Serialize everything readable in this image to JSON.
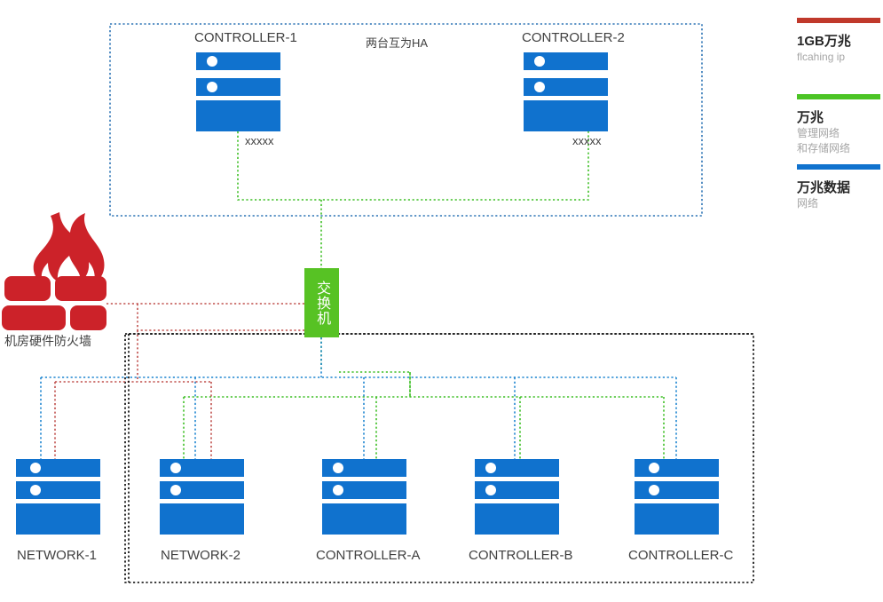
{
  "diagram": {
    "title_note": "两台互为HA",
    "firewall": {
      "label": "机房硬件防火墙"
    },
    "switch": {
      "label": "交换机"
    },
    "top_group": {
      "border_color": "#2e75b6",
      "nodes": [
        {
          "name": "CONTROLLER-1",
          "port_label": "xxxxx"
        },
        {
          "name": "CONTROLLER-2",
          "port_label": "xxxxx"
        }
      ]
    },
    "bottom_group": {
      "border_color": "#000000",
      "nodes": [
        {
          "name": "NETWORK-1"
        },
        {
          "name": "NETWORK-2"
        },
        {
          "name": "CONTROLLER-A"
        },
        {
          "name": "CONTROLLER-B"
        },
        {
          "name": "CONTROLLER-C"
        }
      ]
    },
    "colors": {
      "server_blue": "#1072ce",
      "firewall_red": "#cc2229",
      "switch_green": "#57c224",
      "link_red": "#c0504d",
      "link_green": "#3fbf26",
      "link_blue": "#1f86d0",
      "link_black": "#000000"
    },
    "legend": [
      {
        "bar_color": "#c0392b",
        "title": "1GB万兆",
        "sub": [
          "flcahing ip"
        ]
      },
      {
        "bar_color": "#4bc425",
        "title": "万兆",
        "sub": [
          "管理网络",
          "和存储网络"
        ]
      },
      {
        "bar_color": "#1072ce",
        "title": "万兆数据",
        "sub": [
          "网络"
        ]
      }
    ]
  }
}
